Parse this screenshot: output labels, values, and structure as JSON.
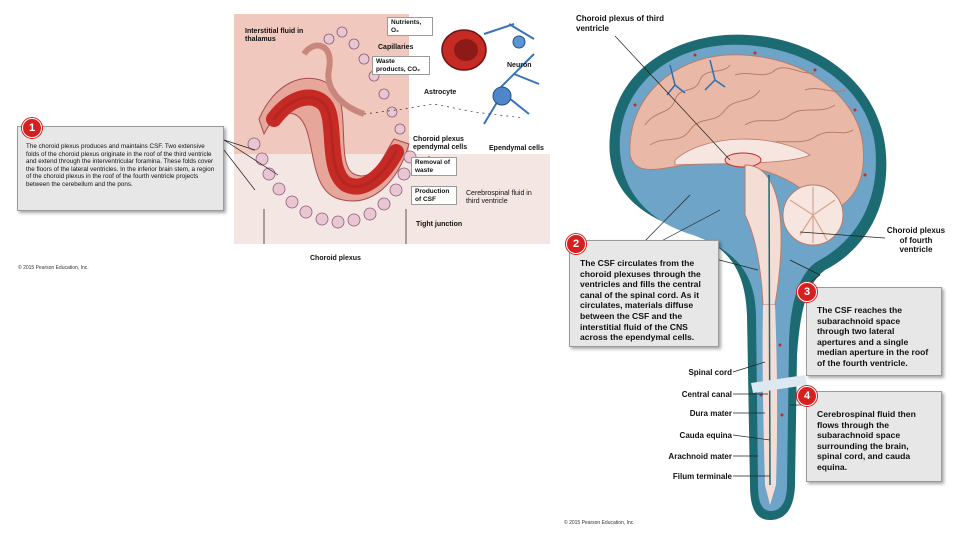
{
  "left_figure": {
    "interstitial_label": "Interstitial fluid in thalamus",
    "nutrients_label": "Nutrients, O₂",
    "capillaries_label": "Capillaries",
    "waste_products_label": "Waste products, CO₂",
    "neuron_label": "Neuron",
    "astrocyte_label": "Astrocyte",
    "choroid_ependymal_label": "Choroid plexus ependymal cells",
    "ependymal_cells_label": "Ependymal cells",
    "removal_of_waste_label": "Removal of waste",
    "production_of_csf_label": "Production of CSF",
    "csf_third_ventricle_label": "Cerebrospinal fluid in third ventricle",
    "tight_junction_label": "Tight junction",
    "choroid_plexus_label": "Choroid plexus",
    "copyright": "© 2015 Pearson Education, Inc."
  },
  "step1": {
    "number": "1",
    "text": "The choroid plexus produces and maintains CSF. Two extensive folds of the choroid plexus originate in the roof of the third ventricle and extend through the interventricular foramina. These folds cover the floors of the lateral ventricles. In the inferior brain stem, a region of the choroid plexus in the roof of the fourth ventricle projects between the cerebellum and the pons."
  },
  "right_figure": {
    "choroid_third_label": "Choroid plexus of third ventricle",
    "choroid_fourth_label": "Choroid plexus of fourth ventricle",
    "spinal_cord_label": "Spinal cord",
    "central_canal_label": "Central canal",
    "dura_mater_label": "Dura mater",
    "cauda_equina_label": "Cauda equina",
    "arachnoid_mater_label": "Arachnoid mater",
    "filum_terminale_label": "Filum terminale",
    "copyright": "© 2015 Pearson Education, Inc."
  },
  "step2": {
    "number": "2",
    "text": "The CSF circulates from the choroid plexuses through the ventricles and fills the central canal of the spinal cord. As it circulates, materials diffuse between the CSF and the interstitial fluid of the CNS across the ependymal cells."
  },
  "step3": {
    "number": "3",
    "text": "The CSF reaches the subarachnoid space through two lateral apertures and a single median aperture in the roof of the fourth ventricle."
  },
  "step4": {
    "number": "4",
    "text": "Cerebrospinal fluid then flows through the subarachnoid space surrounding the brain, spinal cord, and cauda equina."
  },
  "colors": {
    "tissue_pink": "#f2c9bf",
    "vessel_red": "#c62a25",
    "csf_teal": "#1c6b72",
    "brain_pink": "#e9b8a6",
    "badge_red": "#d6201f"
  }
}
